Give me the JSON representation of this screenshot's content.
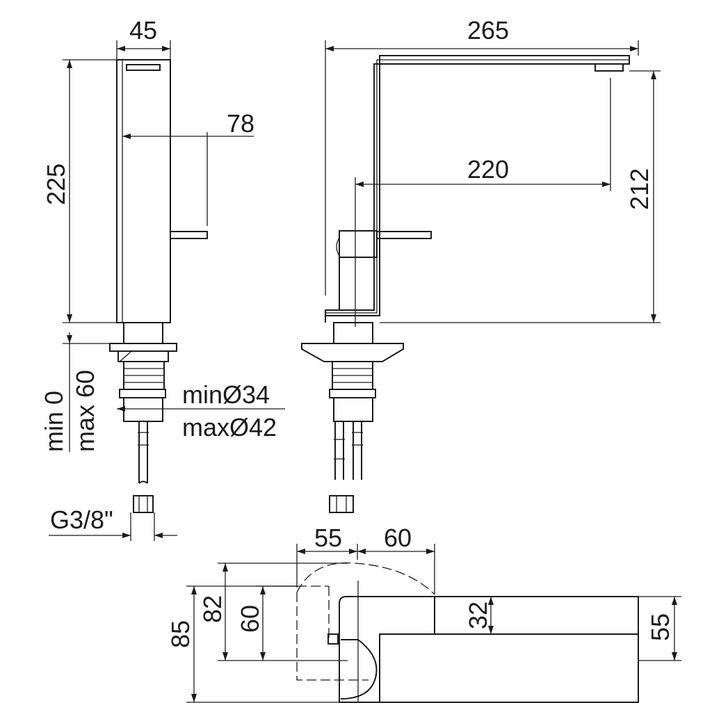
{
  "drawing": {
    "front": {
      "width": "45",
      "lever_reach": "78",
      "height": "225",
      "deck_min": "min 0",
      "deck_max": "max 60",
      "hole_min": "minØ34",
      "hole_max": "maxØ42",
      "connector": "G3/8\""
    },
    "side": {
      "total_length": "265",
      "spout_reach": "220",
      "spout_height": "212"
    },
    "top": {
      "a": "55",
      "b": "60",
      "depth_85": "85",
      "depth_82": "82",
      "depth_60": "60",
      "lever_32": "32",
      "body_55": "55"
    }
  }
}
